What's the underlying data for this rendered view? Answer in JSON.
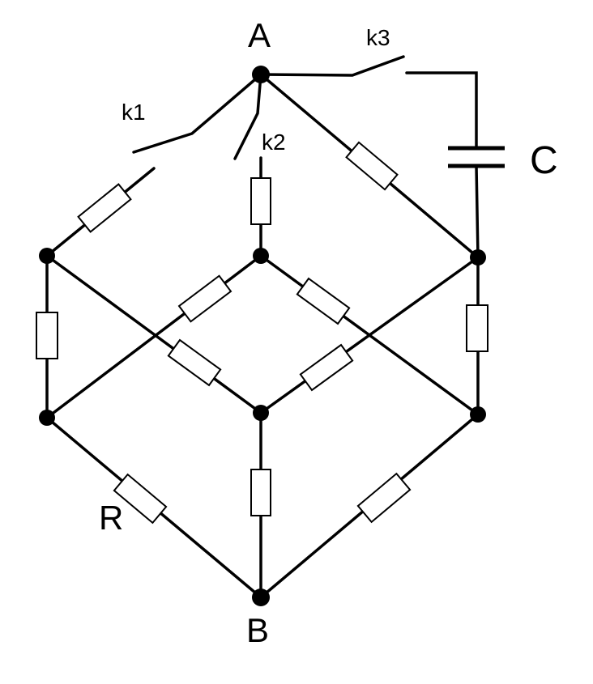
{
  "labels": {
    "node_a": "A",
    "node_b": "B",
    "switch_1": "k1",
    "switch_2": "k2",
    "switch_3": "k3",
    "capacitor": "C",
    "resistor": "R"
  },
  "colors": {
    "wire": "#000000",
    "background": "#ffffff"
  }
}
